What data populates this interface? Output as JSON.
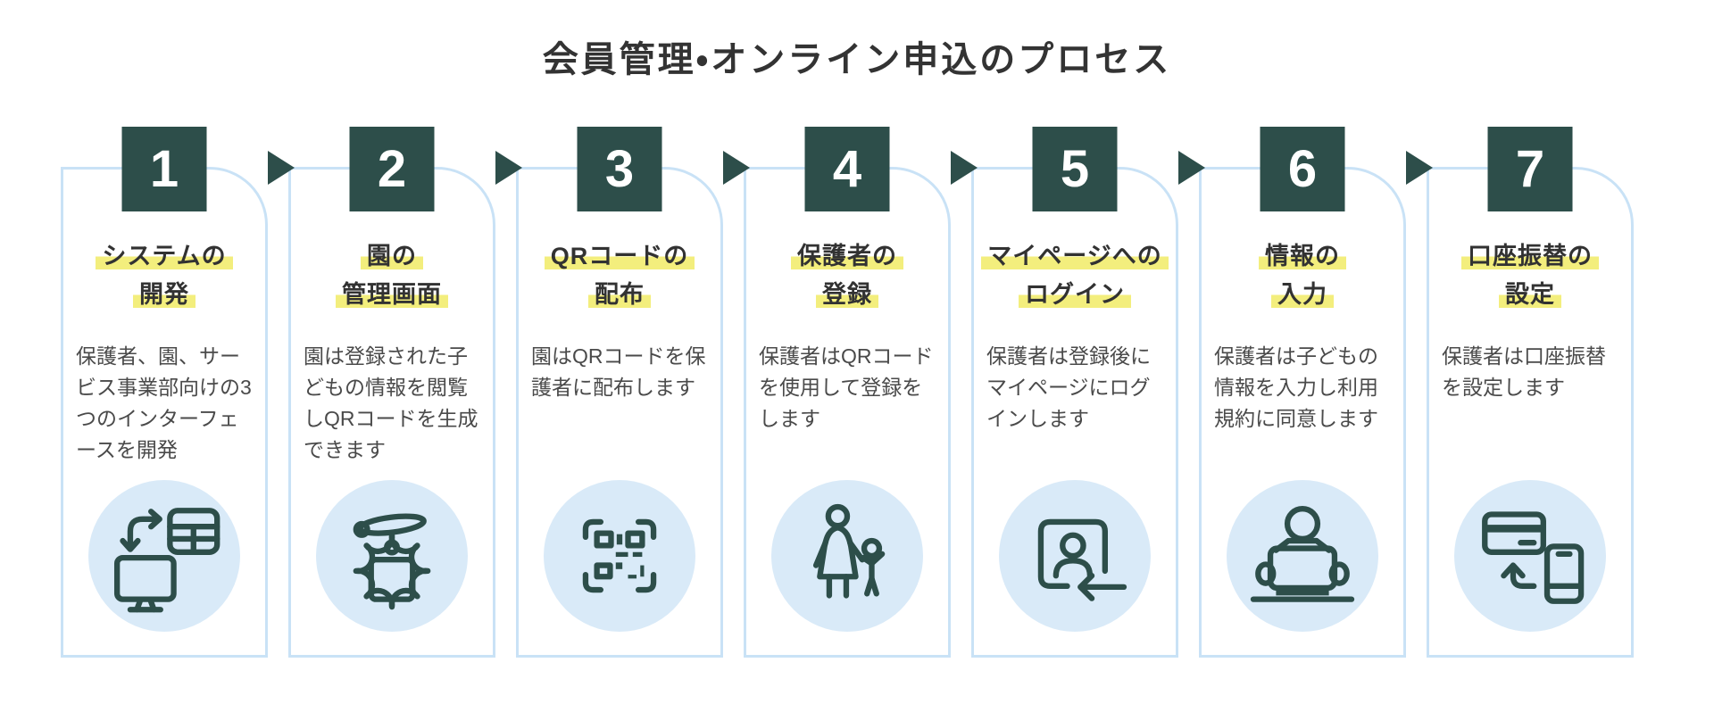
{
  "page": {
    "title": "会員管理・オンライン申込のプロセス"
  },
  "colors": {
    "teal": "#2D4E4A",
    "card_border": "#C9E2F6",
    "icon_circle_bg": "#D9EAF8",
    "highlight_yellow": "#F3EE7D",
    "title_text": "#323232",
    "body_text": "#4A4A4A"
  },
  "steps": [
    {
      "number": "1",
      "title_line1": "システムの",
      "title_line2": "開発",
      "description": "保護者、園、サービス事業部向けの3つのインターフェースを開発",
      "icon": "sync-devices-icon"
    },
    {
      "number": "2",
      "title_line1": "園の",
      "title_line2": "管理画面",
      "description": "園は登録された子どもの情報を閲覧しQRコードを生成できます",
      "icon": "name-badge-icon"
    },
    {
      "number": "3",
      "title_line1": "QRコードの",
      "title_line2": "配布",
      "description": "園はQRコードを保護者に配布します",
      "icon": "qr-scan-icon"
    },
    {
      "number": "4",
      "title_line1": "保護者の",
      "title_line2": "登録",
      "description": "保護者はQRコードを使用して登録をします",
      "icon": "parent-child-icon"
    },
    {
      "number": "5",
      "title_line1": "マイページへの",
      "title_line2": "ログイン",
      "description": "保護者は登録後にマイページにログインします",
      "icon": "login-icon"
    },
    {
      "number": "6",
      "title_line1": "情報の",
      "title_line2": "入力",
      "description": "保護者は子どもの情報を入力し利用規約に同意します",
      "icon": "laptop-user-icon"
    },
    {
      "number": "7",
      "title_line1": "口座振替の",
      "title_line2": "設定",
      "description": "保護者は口座振替を設定します",
      "icon": "card-phone-transfer-icon"
    }
  ]
}
